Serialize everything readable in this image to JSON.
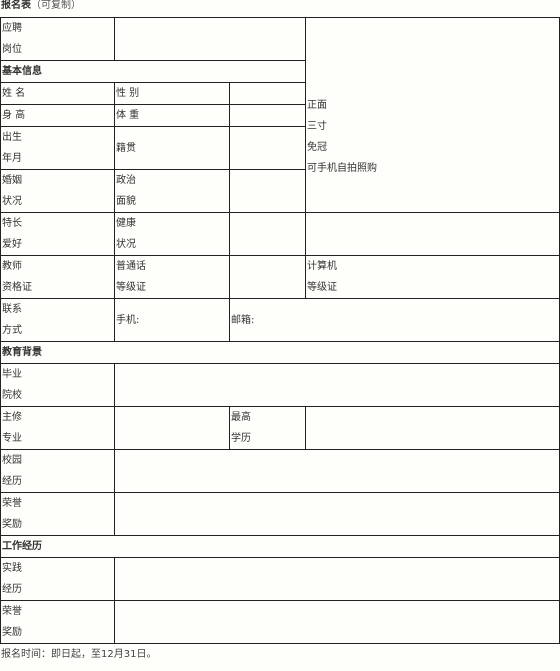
{
  "title": "报名表",
  "title_note": "（可复制）",
  "rows": {
    "position": [
      "应聘",
      "岗位"
    ],
    "basic_section": "基本信息",
    "name": "姓 名",
    "gender": "性 别",
    "height": "身 高",
    "weight": "体 重",
    "birth": [
      "出生",
      "年月"
    ],
    "origin": "籍贯",
    "marriage": [
      "婚姻",
      "状况"
    ],
    "political": [
      "政治",
      "面貌"
    ],
    "specialty": [
      "特长",
      "爱好"
    ],
    "health": [
      "健康",
      "状况"
    ],
    "teacher_cert": [
      "教师",
      "资格证"
    ],
    "mandarin_cert": [
      "普通话",
      "等级证"
    ],
    "computer_cert": [
      "计算机",
      "等级证"
    ],
    "contact": [
      "联系",
      "方式"
    ],
    "phone": "手机:",
    "email": "邮箱:",
    "edu_section": "教育背景",
    "school": [
      "毕业",
      "院校"
    ],
    "major": [
      "主修",
      "专业"
    ],
    "degree": [
      "最高",
      "学历"
    ],
    "campus": [
      "校园",
      "经历"
    ],
    "honor": [
      "荣誉",
      "奖励"
    ],
    "work_section": "工作经历",
    "practice": [
      "实践",
      "经历"
    ],
    "work_honor": [
      "荣誉",
      "奖励"
    ]
  },
  "photo": [
    "正面",
    "三寸",
    "免冠",
    "可手机自拍照购"
  ],
  "footer": "报名时间：即日起，至12月31日。"
}
